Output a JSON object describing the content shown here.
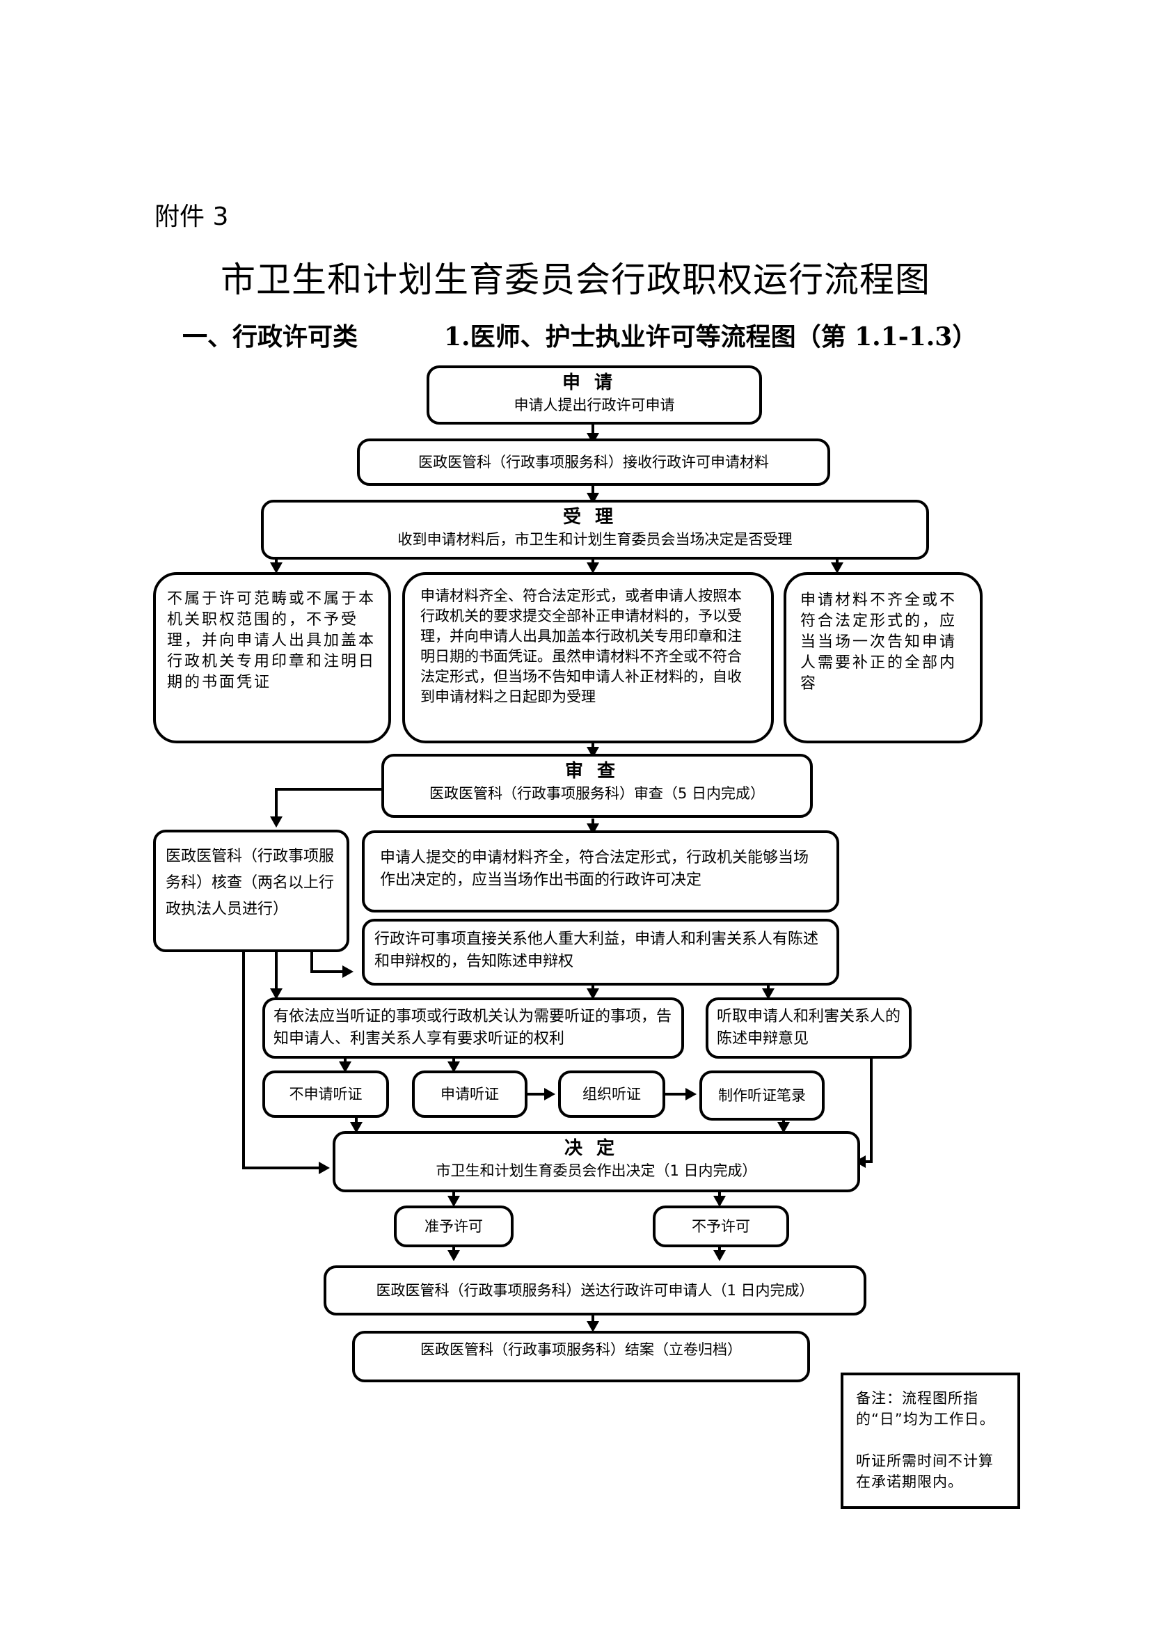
{
  "document": {
    "attachment_label": "附件 3",
    "title": "市卫生和计划生育委员会行政职权运行流程图",
    "section_label": "一、行政许可类",
    "subtitle": "1.医师、护士执业许可等流程图（第 1.1-1.3）"
  },
  "flow": {
    "apply": {
      "heading": "申请",
      "text": "申请人提出行政许可申请"
    },
    "receive": {
      "text": "医政医管科（行政事项服务科）接收行政许可申请材料"
    },
    "accept": {
      "heading": "受理",
      "text": "收到申请材料后，市卫生和计划生育委员会当场决定是否受理"
    },
    "reject_scope": {
      "text": "不属于许可范畴或不属于本机关职权范围的，不予受理，并向申请人出具加盖本行政机关专用印章和注明日期的书面凭证"
    },
    "accepted": {
      "text": "申请材料齐全、符合法定形式，或者申请人按照本行政机关的要求提交全部补正申请材料的，予以受理，并向申请人出具加盖本行政机关专用印章和注明日期的书面凭证。虽然申请材料不齐全或不符合法定形式，但当场不告知申请人补正材料的，自收到申请材料之日起即为受理"
    },
    "incomplete": {
      "text": "申请材料不齐全或不符合法定形式的，应当当场一次告知申请人需要补正的全部内容"
    },
    "review": {
      "heading": "审查",
      "text": "医政医管科（行政事项服务科）审查（5 日内完成）"
    },
    "verify": {
      "text": "医政医管科（行政事项服务科）核查（两名以上行政执法人员进行）"
    },
    "on_spot": {
      "text": "申请人提交的申请材料齐全，符合法定形式，行政机关能够当场作出决定的，应当当场作出书面的行政许可决定"
    },
    "interest": {
      "text": "行政许可事项直接关系他人重大利益，申请人和利害关系人有陈述和申辩权的，告知陈述申辩权"
    },
    "hearing_notice": {
      "text": "有依法应当听证的事项或行政机关认为需要听证的事项，告知申请人、利害关系人享有要求听证的权利"
    },
    "listen": {
      "text": "听取申请人和利害关系人的陈述申辩意见"
    },
    "no_hearing": {
      "text": "不申请听证"
    },
    "request_hearing": {
      "text": "申请听证"
    },
    "organize_hearing": {
      "text": "组织听证"
    },
    "hearing_record": {
      "text": "制作听证笔录"
    },
    "decision": {
      "heading": "决定",
      "text": "市卫生和计划生育委员会作出决定（1 日内完成）"
    },
    "grant": {
      "text": "准予许可"
    },
    "deny": {
      "text": "不予许可"
    },
    "deliver": {
      "text": "医政医管科（行政事项服务科）送达行政许可申请人（1 日内完成）"
    },
    "close": {
      "text": "医政医管科（行政事项服务科）结案（立卷归档）"
    }
  },
  "note": {
    "line1": "备注：流程图所指的“日”均为工作日。",
    "line2": "听证所需时间不计算在承诺期限内。"
  }
}
